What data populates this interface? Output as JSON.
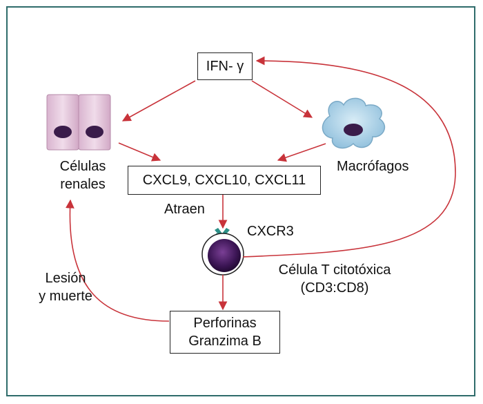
{
  "nodes": {
    "ifn": "IFN- γ",
    "renal_line1": "Células",
    "renal_line2": "renales",
    "macrophages": "Macrófagos",
    "chemokines": "CXCL9, CXCL10, CXCL11",
    "attract": "Atraen",
    "receptor": "CXCR3",
    "tcell_line1": "Célula T citotóxica",
    "tcell_line2": "(CD3:CD8)",
    "injury_line1": "Lesión",
    "injury_line2": "y muerte",
    "effector_line1": "Perforinas",
    "effector_line2": "Granzima B"
  },
  "colors": {
    "frame": "#2e6b6a",
    "arrow": "#c8333a",
    "cell": "#e6c9df",
    "nucleus": "#3a1c4a",
    "macrophage": "#a9cfe6",
    "receptor": "#2a8f86",
    "tcell": "#3b1554"
  }
}
